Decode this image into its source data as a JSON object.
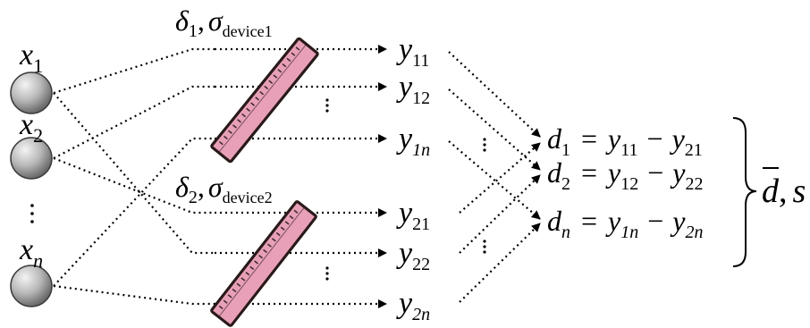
{
  "inputs": [
    {
      "base": "x",
      "sub": "1"
    },
    {
      "base": "x",
      "sub": "2"
    },
    {
      "base": "x",
      "sub": "n"
    }
  ],
  "devices": [
    {
      "delta": "δ",
      "delta_sub": "1",
      "sigma": "σ",
      "sigma_sub": "device1"
    },
    {
      "delta": "δ",
      "delta_sub": "2",
      "sigma": "σ",
      "sigma_sub": "device2"
    }
  ],
  "outputs": [
    {
      "base": "y",
      "sub": "11"
    },
    {
      "base": "y",
      "sub": "12"
    },
    {
      "base": "y",
      "sub": "1n"
    },
    {
      "base": "y",
      "sub": "21"
    },
    {
      "base": "y",
      "sub": "22"
    },
    {
      "base": "y",
      "sub": "2n"
    }
  ],
  "differences": [
    {
      "d_sub": "1",
      "a_sub": "11",
      "b_sub": "21"
    },
    {
      "d_sub": "2",
      "a_sub": "12",
      "b_sub": "22"
    },
    {
      "d_sub": "n",
      "a_sub": "1n",
      "b_sub": "2n"
    }
  ],
  "symbols": {
    "d": "d",
    "y": "y",
    "equals": "=",
    "minus": "−",
    "comma": ",",
    "s": "s",
    "dbar": "d"
  },
  "colors": {
    "ruler_fill": "#e8a0b8",
    "ruler_edge": "#2a1a1a",
    "sphere_light": "#f4f4f4",
    "sphere_dark": "#707070"
  },
  "icons": [
    "sphere-icon",
    "ruler-icon",
    "brace-icon"
  ]
}
